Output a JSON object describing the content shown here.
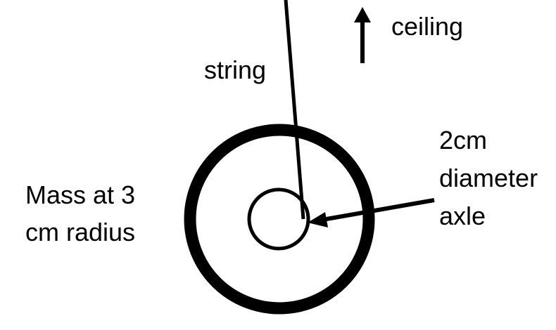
{
  "diagram": {
    "labels": {
      "ceiling": "ceiling",
      "string": "string",
      "axle_line1": "2cm",
      "axle_line2": "diameter",
      "axle_line3": "axle",
      "mass_line1": "Mass at 3",
      "mass_line2": "cm radius"
    },
    "colors": {
      "stroke": "#000000",
      "background": "#ffffff"
    }
  }
}
